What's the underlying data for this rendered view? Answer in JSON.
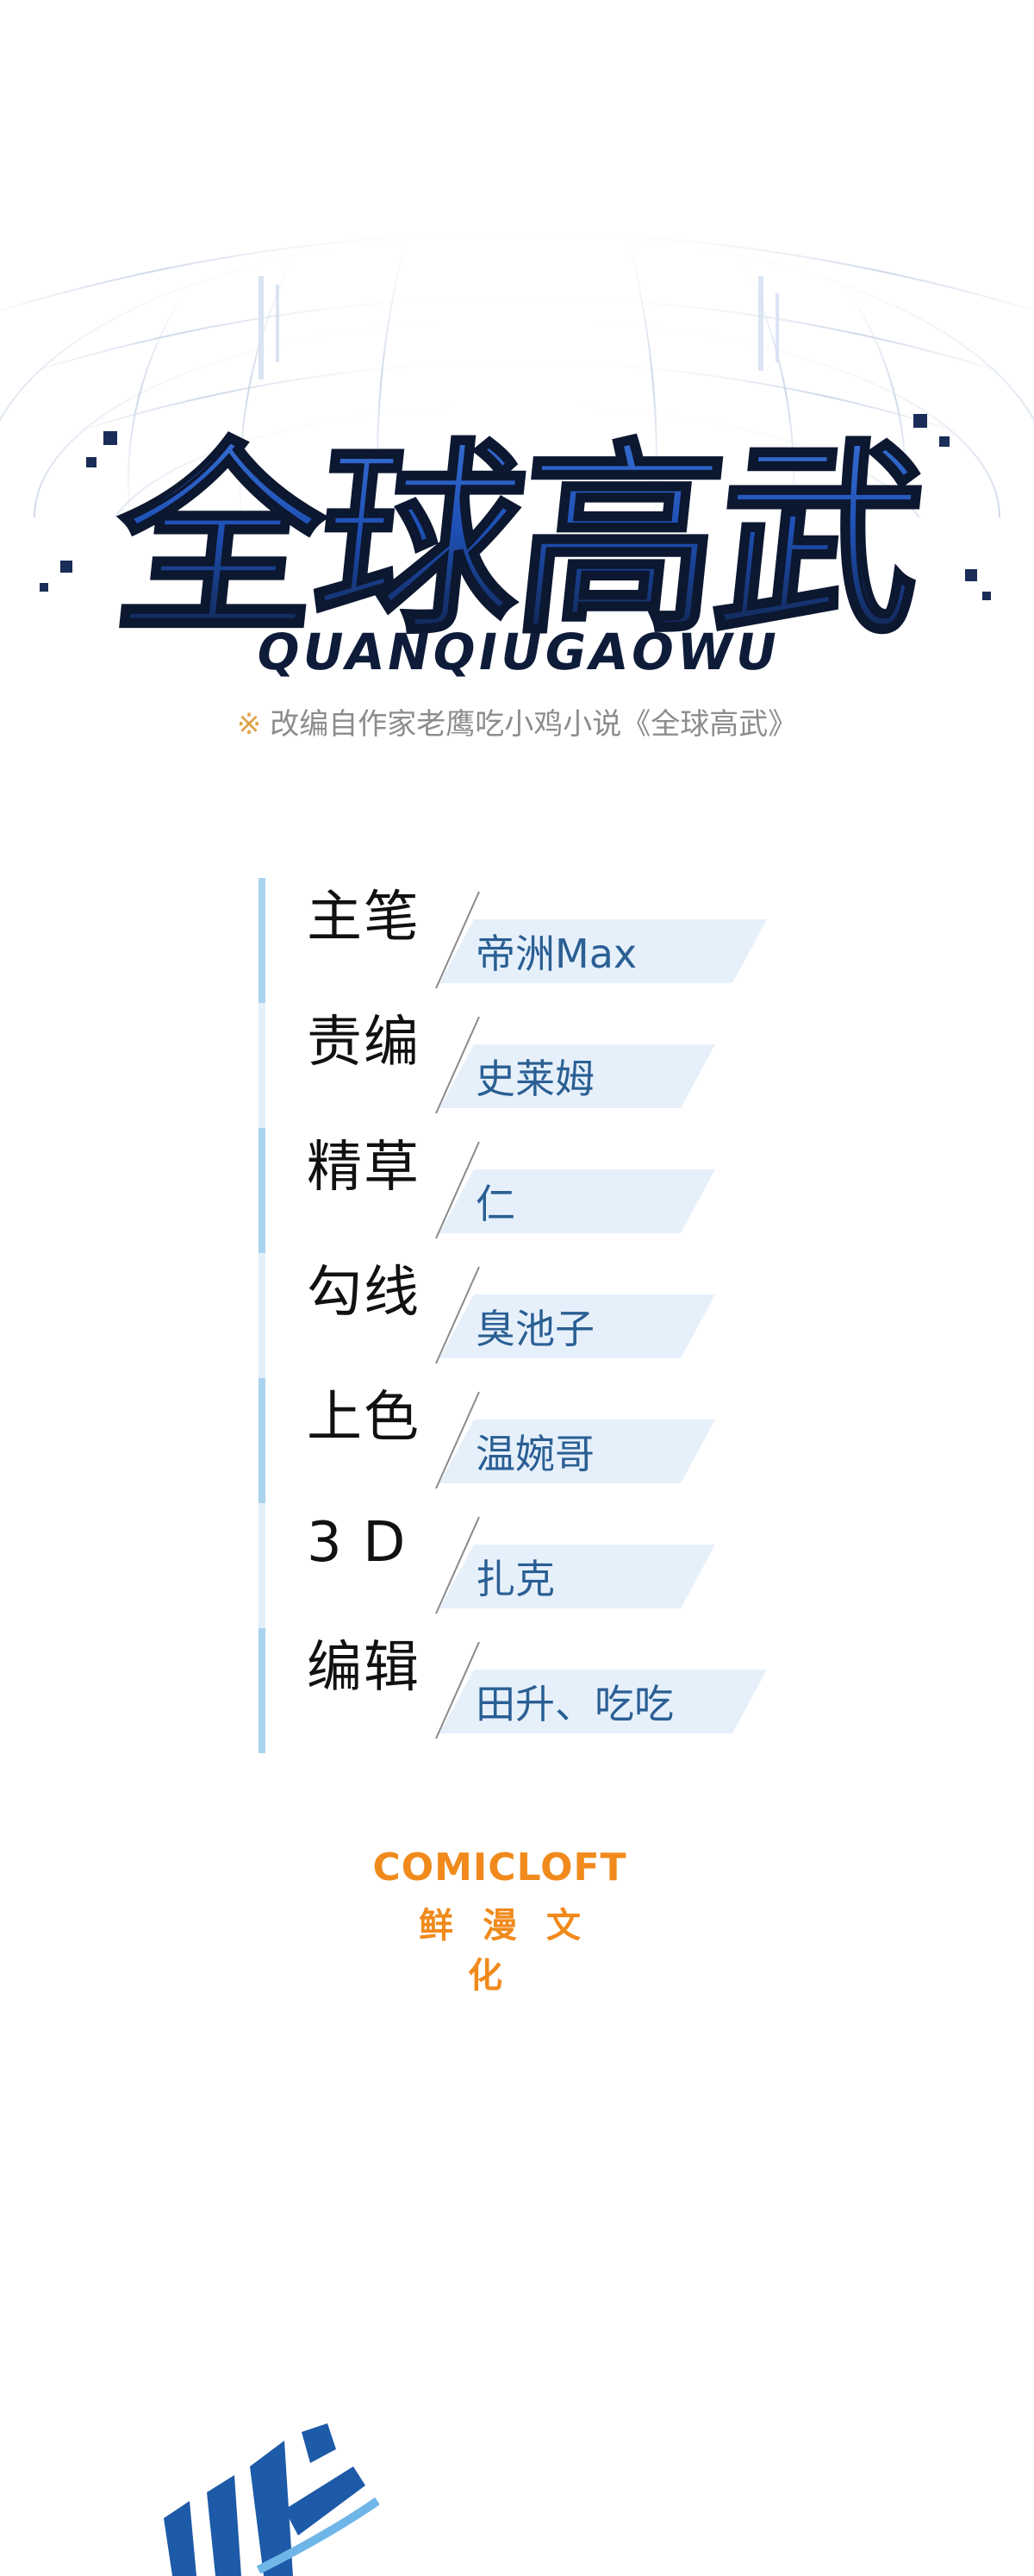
{
  "cover": {
    "title": "全球高武",
    "title_romanized": "QUANQIUGAOWU",
    "adaptation_mark": "※",
    "adaptation_note": "改编自作家老鹰吃小鸡小说《全球高武》"
  },
  "credits": [
    {
      "role": "主笔",
      "name": "帝洲Max"
    },
    {
      "role": "责编",
      "name": "史莱姆"
    },
    {
      "role": "精草",
      "name": "仁"
    },
    {
      "role": "勾线",
      "name": "臭池子"
    },
    {
      "role": "上色",
      "name": "温婉哥"
    },
    {
      "role": "3 D",
      "name": "扎克"
    },
    {
      "role": "编辑",
      "name": "田升、吃吃"
    }
  ],
  "brand": {
    "name_en": "COMICLOFT",
    "name_cn": "鲜漫文化"
  },
  "colors": {
    "title_blue": "#1e50b4",
    "title_navy": "#0e1c3a",
    "credit_name": "#2a5f93",
    "credit_plate": "#e6f0fb",
    "credit_bar": "#a9d3ef",
    "brand_orange": "#f08a1c"
  },
  "icons": {
    "globe": "wireframe-globe-icon",
    "partial_char": "calligraphy-fragment-icon"
  }
}
